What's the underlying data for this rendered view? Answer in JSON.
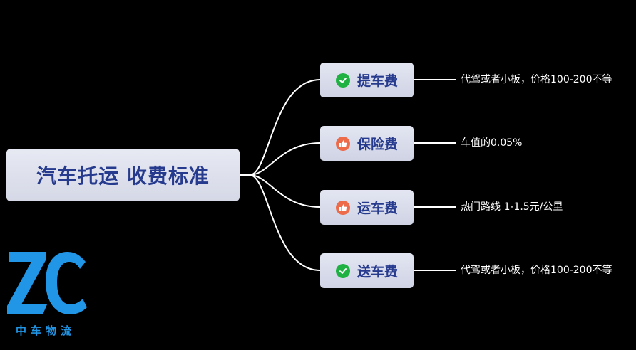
{
  "mindmap": {
    "root": {
      "label": "汽车托运 收费标准"
    },
    "branches": [
      {
        "label": "提车费",
        "icon": "check-icon",
        "icon_color": "#1fb243",
        "detail": "代驾或者小板，价格100-200不等"
      },
      {
        "label": "保险费",
        "icon": "thumbs-up-icon",
        "icon_color": "#ee6b4a",
        "detail": "车值的0.05%"
      },
      {
        "label": "运车费",
        "icon": "thumbs-up-icon",
        "icon_color": "#ee6b4a",
        "detail": "热门路线 1-1.5元/公里"
      },
      {
        "label": "送车费",
        "icon": "check-icon",
        "icon_color": "#1fb243",
        "detail": "代驾或者小板，价格100-200不等"
      }
    ]
  },
  "logo": {
    "caption": "中车物流",
    "brand_color": "#2196e6"
  },
  "colors": {
    "background": "#000000",
    "connector": "#ffffff",
    "node_text": "#263a8e"
  }
}
